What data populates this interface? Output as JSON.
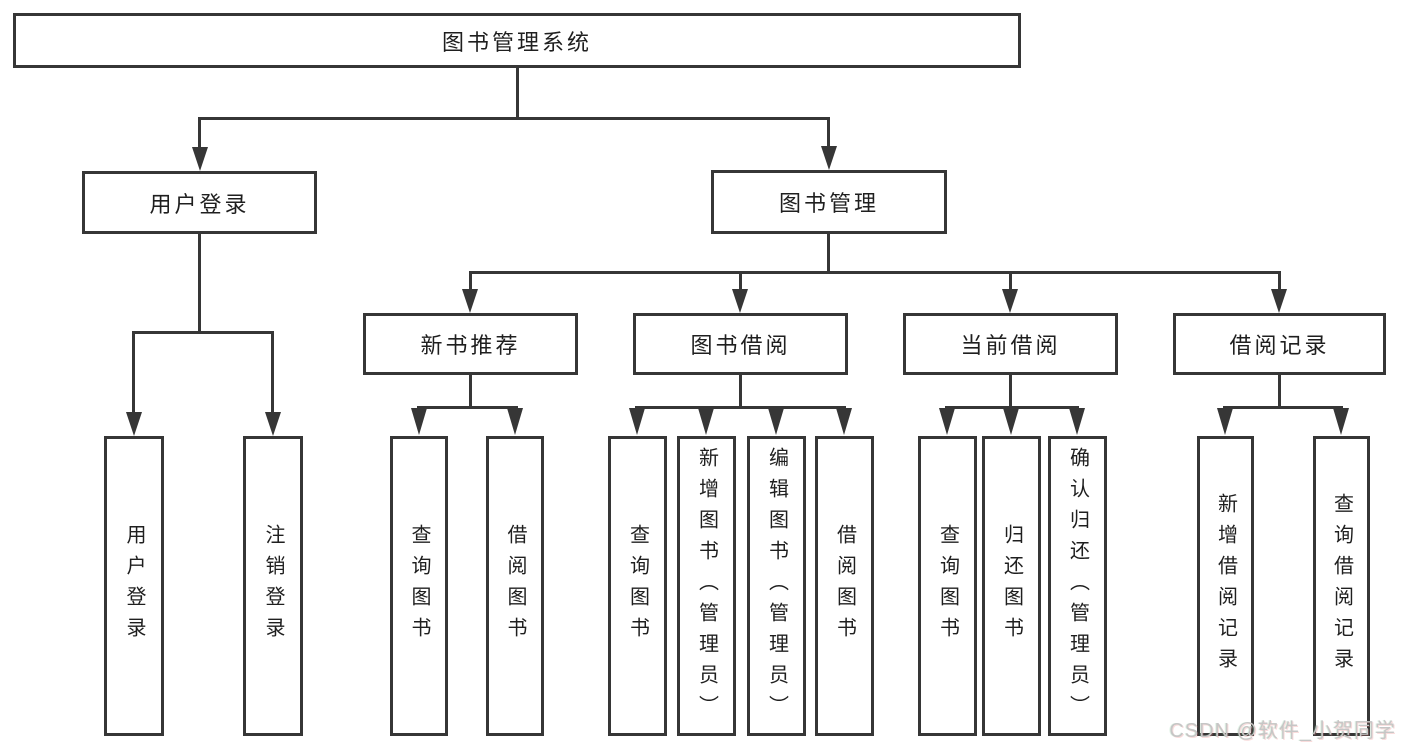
{
  "colors": {
    "line": "#363636",
    "text": "#1f1f1f",
    "watermark": "#c6c6c6",
    "background": "#ffffff"
  },
  "tree": {
    "label": "图书管理系统",
    "children": [
      {
        "label": "用户登录",
        "children": [
          {
            "label": "用户登录"
          },
          {
            "label": "注销登录"
          }
        ]
      },
      {
        "label": "图书管理",
        "children": [
          {
            "label": "新书推荐",
            "children": [
              {
                "label": "查询图书"
              },
              {
                "label": "借阅图书"
              }
            ]
          },
          {
            "label": "图书借阅",
            "children": [
              {
                "label": "查询图书"
              },
              {
                "label": "新增图书（管理员）"
              },
              {
                "label": "编辑图书（管理员）"
              },
              {
                "label": "借阅图书"
              }
            ]
          },
          {
            "label": "当前借阅",
            "children": [
              {
                "label": "查询图书"
              },
              {
                "label": "归还图书"
              },
              {
                "label": "确认归还（管理员）"
              }
            ]
          },
          {
            "label": "借阅记录",
            "children": [
              {
                "label": "新增借阅记录"
              },
              {
                "label": "查询借阅记录"
              }
            ]
          }
        ]
      }
    ]
  },
  "watermark": {
    "text": "CSDN @软件_小贺同学"
  }
}
